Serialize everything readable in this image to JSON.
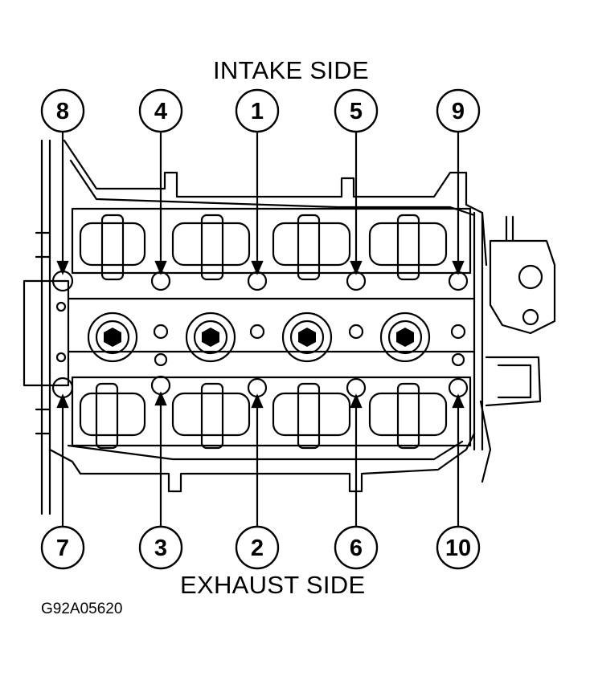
{
  "labels": {
    "intake_side": "INTAKE SIDE",
    "exhaust_side": "EXHAUST SIDE",
    "figure_id": "G92A05620"
  },
  "bolt_callouts": {
    "top": [
      "8",
      "4",
      "1",
      "5",
      "9"
    ],
    "bottom": [
      "7",
      "3",
      "2",
      "6",
      "10"
    ]
  },
  "colors": {
    "line": "#000000",
    "background": "#ffffff"
  }
}
